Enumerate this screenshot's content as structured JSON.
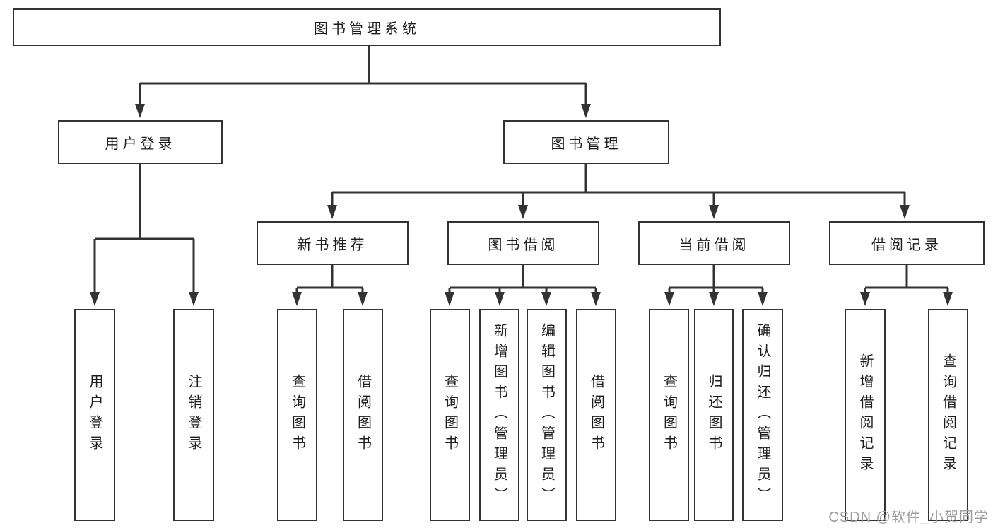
{
  "diagram": {
    "root": {
      "label": "图书管理系统"
    },
    "branches": [
      {
        "label": "用户登录",
        "children": [
          {
            "label": "用户登录"
          },
          {
            "label": "注销登录"
          }
        ]
      },
      {
        "label": "图书管理",
        "sections": [
          {
            "label": "新书推荐",
            "children": [
              {
                "label": "查询图书"
              },
              {
                "label": "借阅图书"
              }
            ]
          },
          {
            "label": "图书借阅",
            "children": [
              {
                "label": "查询图书"
              },
              {
                "label": "新增图书（管理员）"
              },
              {
                "label": "编辑图书（管理员）"
              },
              {
                "label": "借阅图书"
              }
            ]
          },
          {
            "label": "当前借阅",
            "children": [
              {
                "label": "查询图书"
              },
              {
                "label": "归还图书"
              },
              {
                "label": "确认归还（管理员）"
              }
            ]
          },
          {
            "label": "借阅记录",
            "children": [
              {
                "label": "新增借阅记录"
              },
              {
                "label": "查询借阅记录"
              }
            ]
          }
        ]
      }
    ],
    "watermark": "CSDN @软件_小贺同学",
    "colors": {
      "line": "#333333",
      "text": "#1d1d1d",
      "watermark": "#9c9c9c",
      "background": "#ffffff"
    }
  }
}
